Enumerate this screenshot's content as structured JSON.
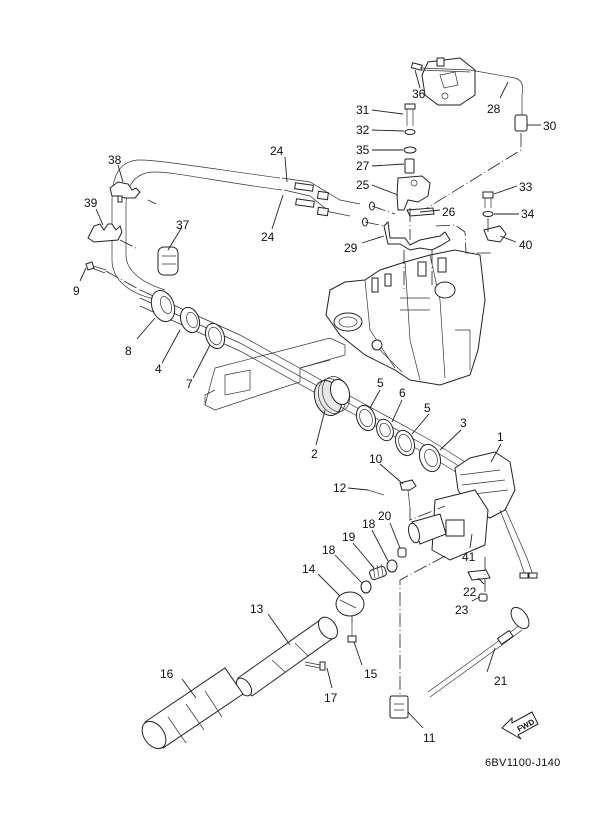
{
  "diagram": {
    "title_code": "6BV1100-J140",
    "fwd_label": "FWD",
    "callouts": [
      {
        "num": "1"
      },
      {
        "num": "2"
      },
      {
        "num": "3"
      },
      {
        "num": "4"
      },
      {
        "num": "5"
      },
      {
        "num": "5"
      },
      {
        "num": "6"
      },
      {
        "num": "7"
      },
      {
        "num": "8"
      },
      {
        "num": "9"
      },
      {
        "num": "10"
      },
      {
        "num": "11"
      },
      {
        "num": "12"
      },
      {
        "num": "13"
      },
      {
        "num": "14"
      },
      {
        "num": "15"
      },
      {
        "num": "16"
      },
      {
        "num": "17"
      },
      {
        "num": "18"
      },
      {
        "num": "18"
      },
      {
        "num": "19"
      },
      {
        "num": "20"
      },
      {
        "num": "21"
      },
      {
        "num": "22"
      },
      {
        "num": "23"
      },
      {
        "num": "24"
      },
      {
        "num": "24"
      },
      {
        "num": "25"
      },
      {
        "num": "26"
      },
      {
        "num": "27"
      },
      {
        "num": "28"
      },
      {
        "num": "29"
      },
      {
        "num": "30"
      },
      {
        "num": "31"
      },
      {
        "num": "32"
      },
      {
        "num": "33"
      },
      {
        "num": "34"
      },
      {
        "num": "35"
      },
      {
        "num": "36"
      },
      {
        "num": "37"
      },
      {
        "num": "38"
      },
      {
        "num": "39"
      },
      {
        "num": "40"
      },
      {
        "num": "41"
      }
    ]
  }
}
